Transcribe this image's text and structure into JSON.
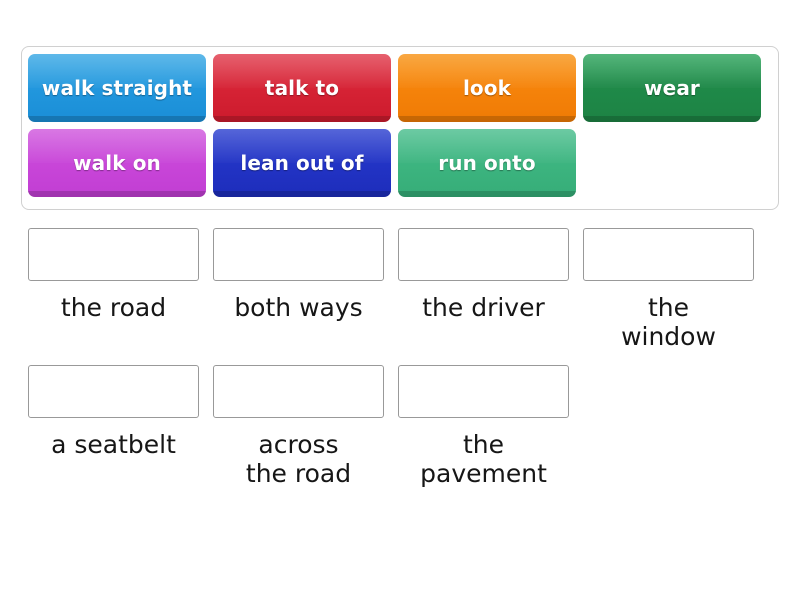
{
  "activity": {
    "type": "match-up-drag-and-drop"
  },
  "tile_tray": {
    "rows": [
      [
        {
          "label": "walk straight",
          "color": "#2196dd",
          "color_name": "blue"
        },
        {
          "label": "talk to",
          "color": "#d52234",
          "color_name": "red"
        },
        {
          "label": "look",
          "color": "#f5820a",
          "color_name": "orange"
        },
        {
          "label": "wear",
          "color": "#1f8a49",
          "color_name": "green"
        }
      ],
      [
        {
          "label": "walk on",
          "color": "#c845d8",
          "color_name": "magenta"
        },
        {
          "label": "lean out of",
          "color": "#2233c4",
          "color_name": "navy"
        },
        {
          "label": "run onto",
          "color": "#3cb47f",
          "color_name": "teal"
        }
      ]
    ]
  },
  "dropzones": {
    "rows": [
      [
        {
          "label": "the road",
          "value": ""
        },
        {
          "label": "both ways",
          "value": ""
        },
        {
          "label": "the driver",
          "value": ""
        },
        {
          "label": "the\nwindow",
          "value": ""
        }
      ],
      [
        {
          "label": "a seatbelt",
          "value": ""
        },
        {
          "label": "across\nthe road",
          "value": ""
        },
        {
          "label": "the\npavement",
          "value": ""
        }
      ]
    ]
  },
  "colors": {
    "tray_border": "#d0d0d0",
    "dropzone_border": "#999999",
    "page_background": "#ffffff",
    "label_text": "#161616",
    "tile_text": "#ffffff"
  }
}
